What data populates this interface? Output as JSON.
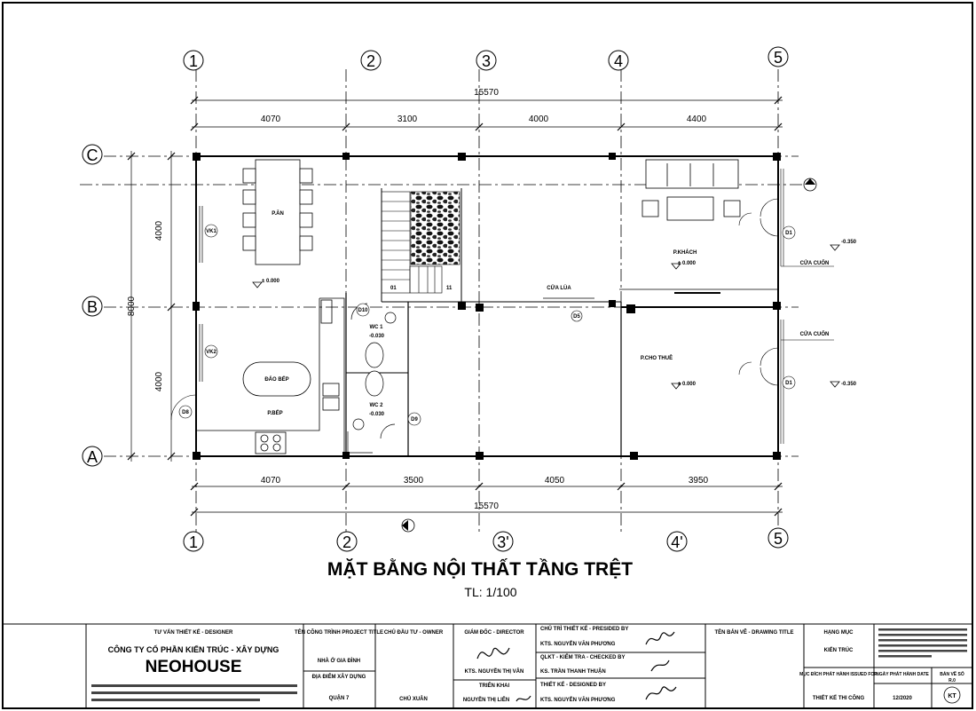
{
  "drawing": {
    "title": "MẶT BẰNG NỘI THẤT TẦNG TRỆT",
    "scale": "TL: 1/100"
  },
  "grid": {
    "columns_top": [
      "1",
      "2",
      "3",
      "4",
      "5"
    ],
    "columns_bottom": [
      "1",
      "2",
      "3'",
      "4'",
      "5"
    ],
    "rows": [
      "C",
      "B",
      "A"
    ]
  },
  "dimensions": {
    "top_total": "15570",
    "top_spans": [
      "4070",
      "3100",
      "4000",
      "4400"
    ],
    "bottom_spans": [
      "4070",
      "3500",
      "4050",
      "3950"
    ],
    "bottom_total": "15570",
    "left_total": "8000",
    "left_spans": [
      "4000",
      "4000"
    ]
  },
  "rooms": {
    "dining": "P.ĂN",
    "living": "P.KHÁCH",
    "kitchen": "P.BẾP",
    "island": "ĐẢO BẾP",
    "rental": "P.CHO THUÊ",
    "wc1": "WC 1",
    "wc2": "WC 2"
  },
  "levels": {
    "dining": "± 0.000",
    "living": "± 0.000",
    "rental": "± 0.000",
    "outside_1": "-0.350",
    "outside_2": "-0.350",
    "wc1": "-0.030",
    "wc2": "-0.030"
  },
  "tags": {
    "vk1": "VK1",
    "vk2": "VK2",
    "d1_top": "D1",
    "d1_bottom": "D1",
    "d5": "D5",
    "d8": "D8",
    "d9": "D9",
    "d10": "D10",
    "cua_lua": "CỬA LÙA",
    "cua_cuon_1": "CỬA CUỐN",
    "cua_cuon_2": "CỬA CUỐN",
    "stair_01": "01",
    "stair_11": "11"
  },
  "title_block": {
    "designer_header": "TƯ VẤN THIẾT KẾ - DESIGNER",
    "company": "CÔNG TY CỔ PHẦN KIẾN TRÚC - XÂY DỰNG",
    "brand": "NEOHOUSE",
    "project_header": "TÊN CÔNG TRÌNH PROJECT TITLE",
    "project": "NHÀ Ở GIA ĐÌNH",
    "location_header": "ĐỊA ĐIỂM XÂY DỰNG",
    "location": "QUẬN 7",
    "owner_header": "CHỦ ĐẦU TƯ - OWNER",
    "owner": "CHỦ XUÂN",
    "director_header": "GIÁM ĐỐC - DIRECTOR",
    "director": "KTS. NGUYỄN THỊ VÂN",
    "drawer_header": "TRIỂN KHAI",
    "drawer": "NGUYỄN THỊ LIÊN",
    "presided_header": "CHỦ TRÌ THIẾT KẾ - PRESIDED BY",
    "presided": "KTS. NGUYỄN VĂN PHƯƠNG",
    "checked_header": "QLKT - KIỂM TRA - CHECKED BY",
    "checked": "KS. TRẦN THANH THUẬN",
    "designed_header": "THIẾT KẾ - DESIGNED BY",
    "designed": "KTS. NGUYỄN VĂN PHƯƠNG",
    "drawing_title_header": "TÊN BẢN VẼ - DRAWING TITLE",
    "category_header": "HẠNG MỤC",
    "category": "KIẾN TRÚC",
    "issued_header": "MỤC ĐÍCH PHÁT HÀNH ISSUED FOR",
    "issued": "THIẾT KẾ THI CÔNG",
    "date_header": "NGÀY PHÁT HÀNH DATE",
    "date": "12/2020",
    "sheet_no_header": "BẢN VẼ SỐ",
    "sheet_no": "KT",
    "rev": "R.0"
  }
}
